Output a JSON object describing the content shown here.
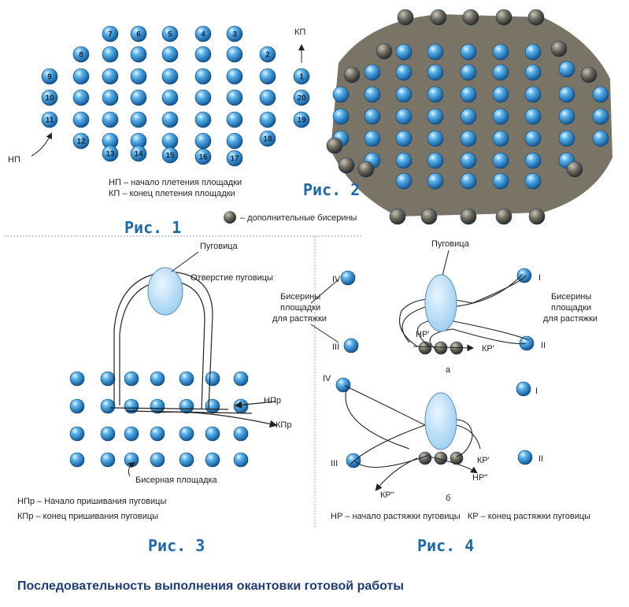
{
  "fig1": {
    "title": "Рис. 1",
    "start_label": "НП",
    "end_label": "КП",
    "legend_start": "НП – начало плетения площадки",
    "legend_end": "КП – конец плетения площадки",
    "numbers": [
      "1",
      "2",
      "3",
      "4",
      "5",
      "6",
      "7",
      "8",
      "9",
      "10",
      "11",
      "12",
      "13",
      "14",
      "15",
      "16",
      "17",
      "18",
      "19",
      "20"
    ]
  },
  "fig2": {
    "title": "Рис. 2",
    "legend": "– дополнительные бисерины"
  },
  "fig3": {
    "title": "Рис. 3",
    "button": "Пуговица",
    "hole": "Отверстие пуговицы",
    "start_label": "НПр",
    "end_label": "КПр",
    "platform": "Бисерная площадка",
    "legend_start": "НПр – Начало пришивания пуговицы",
    "legend_end": "КПр – конец пришивания пуговицы"
  },
  "fig4": {
    "title": "Рис. 4",
    "button": "Пуговица",
    "beads_left": "Бисерины площадки для растяжки",
    "beads_right": "Бисерины площадки для растяжки",
    "roman": [
      "I",
      "II",
      "III",
      "IV"
    ],
    "sub_a": "а",
    "sub_b": "б",
    "kr_prime": "КР'",
    "nr_prime": "НР'",
    "kr_dprime": "КР\"",
    "nr_dprime": "НР\"",
    "legend": "НР – начало растяжки пуговицы   КР – конец растяжки пуговицы"
  },
  "caption": "Последовательность выполнения окантовки готовой работы",
  "colors": {
    "bead": "#3a9ad9",
    "extra_bead": "#6b6b63",
    "title": "#1e6aa8",
    "caption": "#1d3d78",
    "thread": "#2a2a2a"
  }
}
